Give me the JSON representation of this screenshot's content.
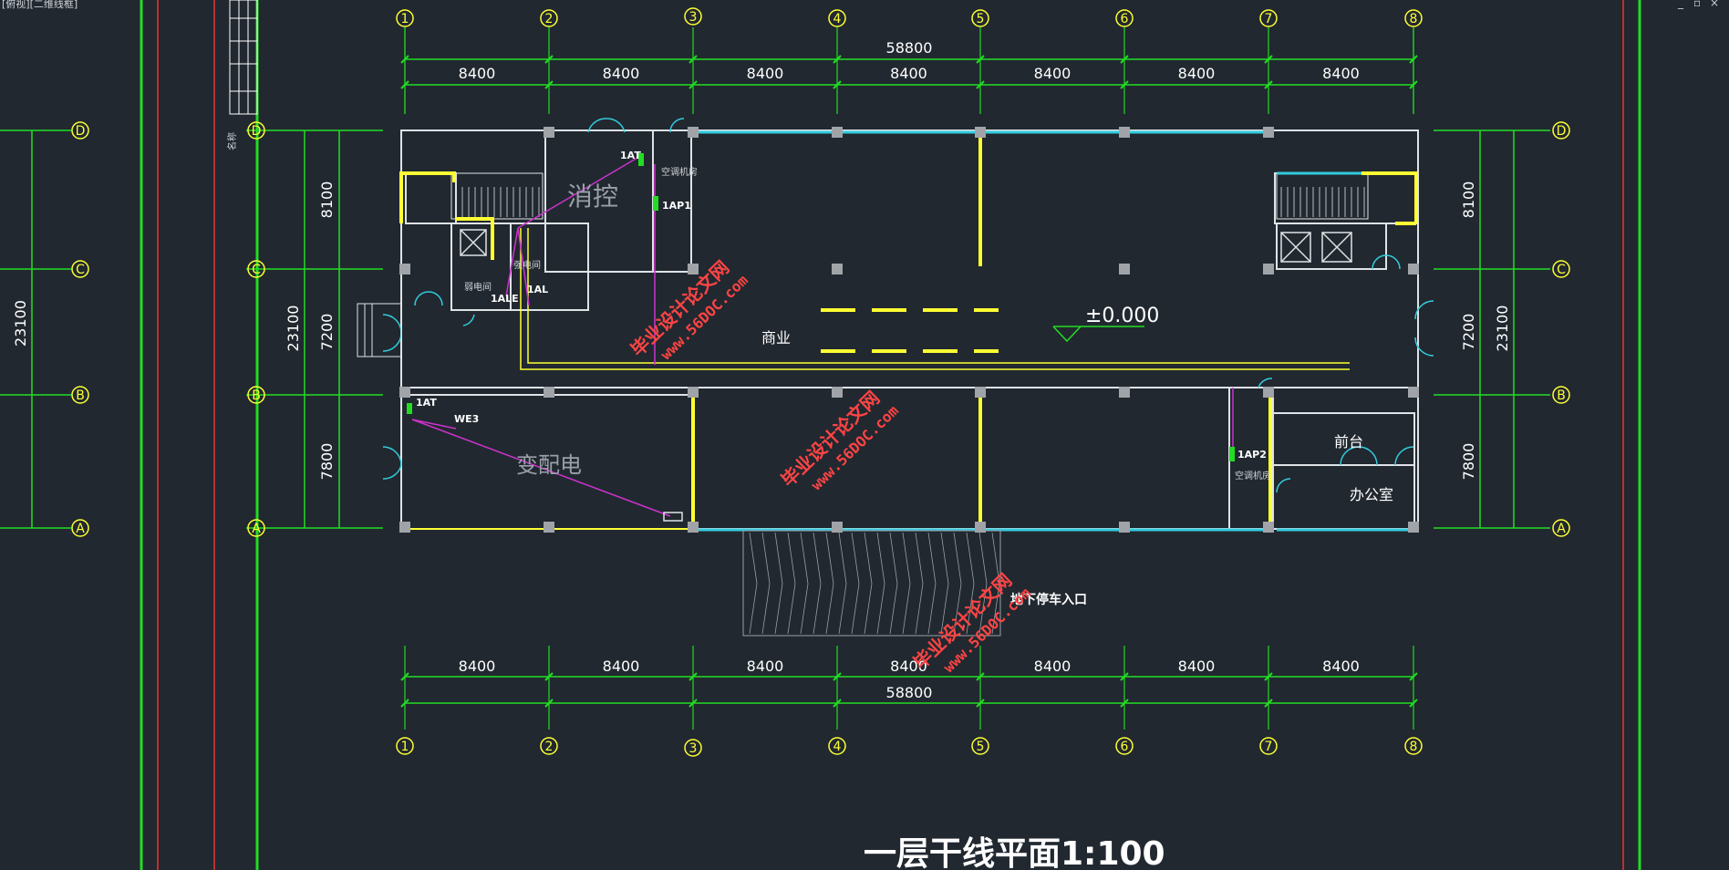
{
  "viewport_label": "[俯视][二维线框]",
  "window_controls": [
    "_",
    "▫",
    "×"
  ],
  "axes": {
    "columns": [
      "1",
      "2",
      "3",
      "4",
      "5",
      "6",
      "7",
      "8"
    ],
    "rows": [
      "A",
      "B",
      "C",
      "D"
    ]
  },
  "dimensions": {
    "total_width": "58800",
    "bay_width": "8400",
    "total_depth": "23100",
    "row_spacings": [
      "7800",
      "7200",
      "8100"
    ]
  },
  "rooms": {
    "fire_control": "消控",
    "substation": "变配电",
    "commercial": "商业",
    "reception": "前台",
    "office": "办公室",
    "ac_room_1": "空调机房",
    "ac_room_2": "空调机房",
    "electric_room": "弱电间",
    "strong_room": "强电间",
    "underground_entrance": "地下停车入口"
  },
  "tags": {
    "at_top": "1AT",
    "ap1": "1AP1",
    "ale": "1ALE",
    "al": "1AL",
    "at_left": "1AT",
    "we": "WE3",
    "ap2": "1AP2"
  },
  "elevation": "±0.000",
  "side_label": "名称",
  "watermark": {
    "cn": "毕业设计论文网",
    "url": "www.56DOC.com"
  },
  "drawing_title": "一层干线平面1:100",
  "colors": {
    "background": "#212830",
    "grid_green": "#22dd22",
    "wall_yellow": "#ffff33",
    "window_cyan": "#33ccdd",
    "cable_magenta": "#cc33cc",
    "watermark_red": "#ff4444"
  }
}
